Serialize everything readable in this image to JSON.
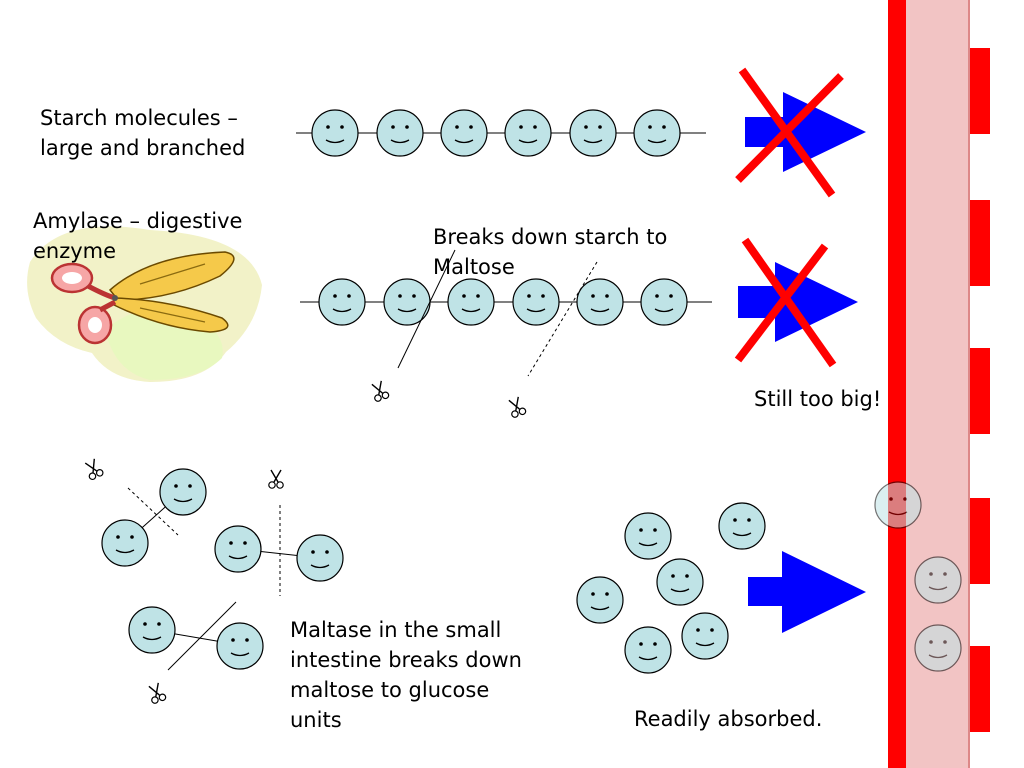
{
  "labels": {
    "starch": [
      "Starch molecules –",
      "large and branched"
    ],
    "amylase": [
      "Amylase – digestive",
      "enzyme"
    ],
    "breaks_down": [
      "Breaks down starch to",
      "Maltose"
    ],
    "still_too_big": "Still too big!",
    "maltase": [
      "Maltase in the small",
      "intestine breaks down",
      "maltose to glucose",
      "units"
    ],
    "readily_absorbed": "Readily absorbed."
  },
  "colors": {
    "glucose_fill": "#bfe3e6",
    "arrow": "#0000ff",
    "cross": "#ff0000",
    "wall_stripe": "#ff0000",
    "wall_fill": "#f2c4c4"
  },
  "icons": {
    "molecule": "smiley-face-icon",
    "blocked": "red-cross-icon",
    "cut": "scissors-icon",
    "enzyme": "scissors-clipart"
  }
}
